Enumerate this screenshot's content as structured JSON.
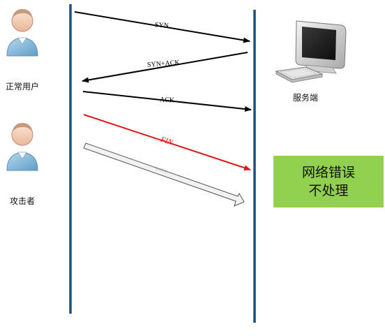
{
  "actors": {
    "normal_user": "正常用户",
    "attacker": "攻击者",
    "server": "服务端"
  },
  "messages": {
    "syn": "SYN",
    "syn_ack": "SYN+ACK",
    "ack": "ACK",
    "fin": "FIN",
    "data": "DATA"
  },
  "error_box": {
    "line1": "网络错误",
    "line2": "不处理"
  },
  "colors": {
    "lifeline": "#1f4e79",
    "fin_arrow": "#e81313",
    "error_box": "#92d050"
  }
}
